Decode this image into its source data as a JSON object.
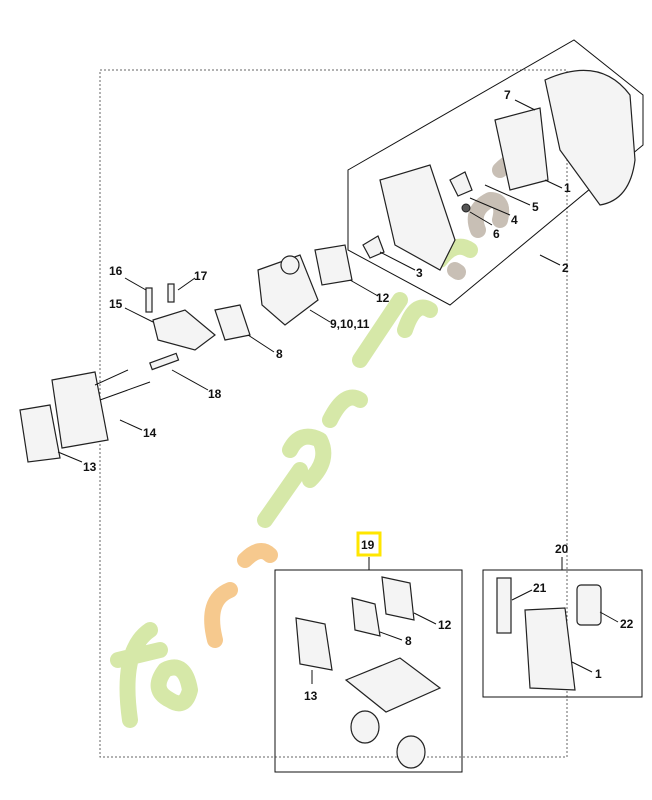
{
  "diagram": {
    "highlighted_label": "19",
    "highlight_color": "#ffe600",
    "callouts": {
      "c1": "1",
      "c2": "2",
      "c3": "3",
      "c4": "4",
      "c5": "5",
      "c6": "6",
      "c7": "7",
      "c8": "8",
      "c9": "9,10,11",
      "c12": "12",
      "c13": "13",
      "c14": "14",
      "c15": "15",
      "c16": "16",
      "c17": "17",
      "c18": "18",
      "c19": "19",
      "c20": "20",
      "k12": "12",
      "k8": "8",
      "k13": "13",
      "k1": "1",
      "k21": "21",
      "k22": "22"
    },
    "watermark": {
      "text": "foretjardin.com",
      "colors": {
        "green": "#d6e8a8",
        "orange": "#f6c98e",
        "gray": "#c8bfb5"
      }
    }
  }
}
